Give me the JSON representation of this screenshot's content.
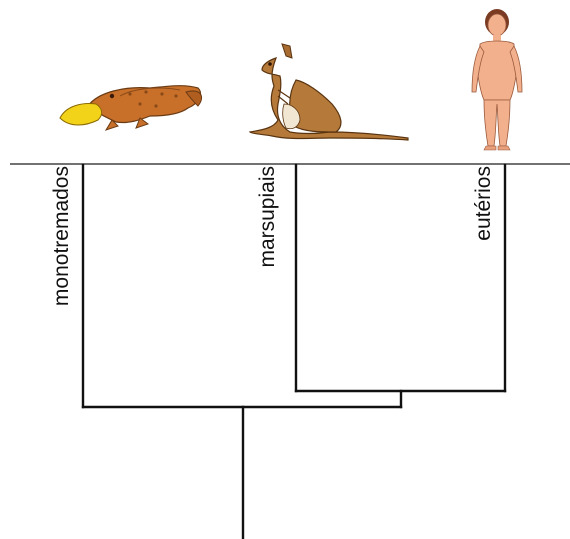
{
  "tree": {
    "taxa": [
      {
        "id": "monotremes",
        "label": "monotremados",
        "illustration": "platypus-icon"
      },
      {
        "id": "marsupials",
        "label": "marsupiais",
        "illustration": "kangaroo-icon"
      },
      {
        "id": "eutherians",
        "label": "eutérios",
        "illustration": "human-icon"
      }
    ],
    "topology": "(monotremados,(marsupiais,eutérios))"
  },
  "colors": {
    "line": "#111111",
    "platypus": "#c8702a",
    "platypus_bill": "#f3d21a",
    "kangaroo": "#b5793a",
    "human_skin": "#f2b08d",
    "human_hair": "#7a3b22"
  }
}
